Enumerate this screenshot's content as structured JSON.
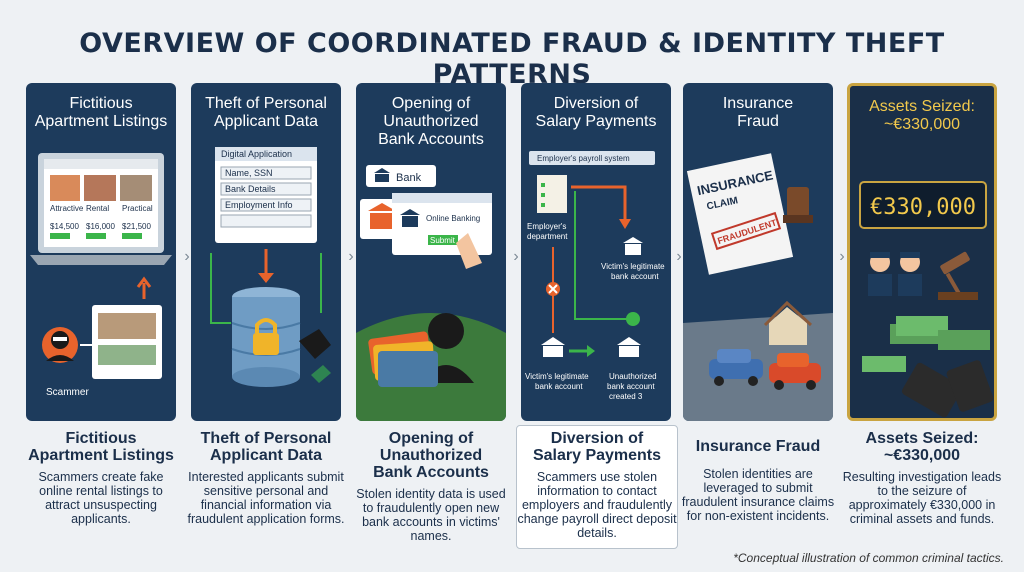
{
  "title": "OVERVIEW OF COORDINATED FRAUD & IDENTITY THEFT PATTERNS",
  "footnote": "*Conceptual illustration of common criminal tactics.",
  "panels": [
    {
      "title_l1": "Fictitious",
      "title_l2": "Apartment Listings",
      "labels": {
        "scammer": "Scammer",
        "l1": "Attractive",
        "l2": "Rental",
        "l3": "Practical",
        "p1": "$14,500",
        "p2": "$16,000",
        "p3": "$21,500"
      },
      "caption_title_l1": "Fictitious",
      "caption_title_l2": "Apartment Listings",
      "caption_text": "Scammers create fake online rental listings to attract unsuspecting applicants."
    },
    {
      "title_l1": "Theft of Personal",
      "title_l2": "Applicant Data",
      "labels": {
        "form": "Digital Application",
        "f1": "Name, SSN",
        "f2": "Bank Details",
        "f3": "Employment Info"
      },
      "caption_title_l1": "Theft of Personal",
      "caption_title_l2": "Applicant Data",
      "caption_text": "Interested applicants submit sensitive personal and financial information via fraudulent application forms."
    },
    {
      "title_l1": "Opening of",
      "title_l2": "Unauthorized",
      "title_l3": "Bank Accounts",
      "labels": {
        "bank": "Bank",
        "online": "Online Banking",
        "submit": "Submit"
      },
      "caption_title_l1": "Opening of",
      "caption_title_l2": "Unauthorized",
      "caption_title_l3": "Bank Accounts",
      "caption_text": "Stolen identity data is used to fraudulently open new bank accounts in victims' names."
    },
    {
      "title_l1": "Diversion of",
      "title_l2": "Salary Payments",
      "labels": {
        "payroll": "Employer's payroll system",
        "emp": "Employer's",
        "emp2": "department",
        "vl1": "Victim's legitimate",
        "vl2": "bank account",
        "vb1": "Victim's legitimate",
        "vb2": "bank account",
        "un1": "Unauthorized",
        "un2": "bank account",
        "un3": "created 3"
      },
      "caption_title_l1": "Diversion of",
      "caption_title_l2": "Salary Payments",
      "caption_text": "Scammers use stolen information to contact employers and fraudulently change payroll direct deposit details."
    },
    {
      "title_l1": "Insurance",
      "title_l2": "Fraud",
      "labels": {
        "ins": "INSURANCE",
        "claim": "CLAIM",
        "stamp": "FRAUDULENT"
      },
      "caption_title_l1": "Insurance Fraud",
      "caption_text": "Stolen identities are leveraged to submit fraudulent insurance claims for non-existent incidents."
    },
    {
      "title_l1": "Assets Seized:",
      "title_l2": "~€330,000",
      "labels": {
        "amount": "€330,000"
      },
      "caption_title_l1": "Assets Seized:",
      "caption_title_l2": "~€330,000",
      "caption_text": "Resulting investigation leads to the seizure of approximately €330,000 in criminal assets and funds."
    }
  ],
  "colors": {
    "panel": "#1d3b5c",
    "gold": "#c9a441",
    "accent": "#e8632c",
    "green": "#3bb54a",
    "text": "#1b2f4a"
  }
}
